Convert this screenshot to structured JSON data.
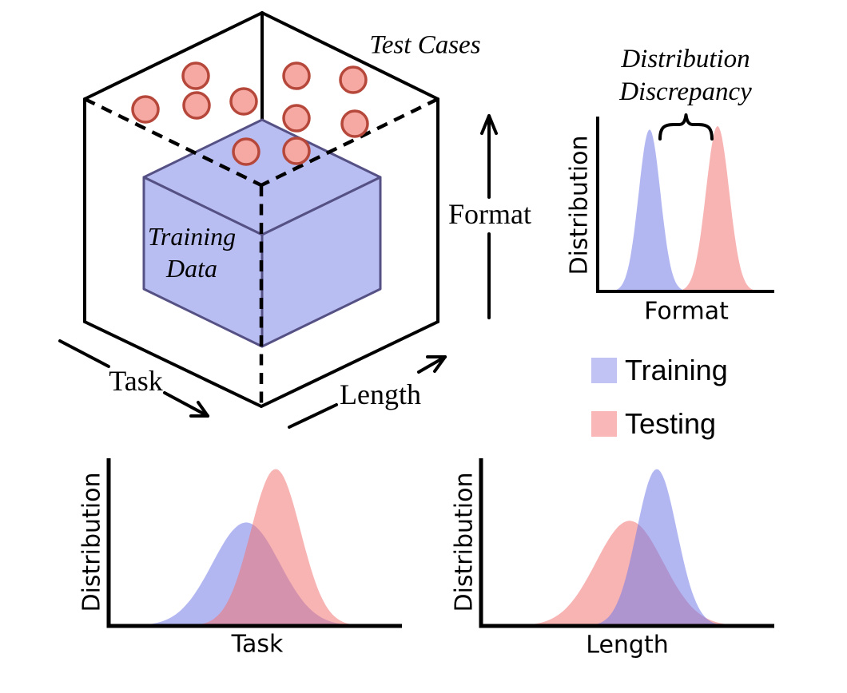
{
  "figure": {
    "description_visible_text_only": "Generalization cube diagram with distribution plots"
  },
  "colors": {
    "background": "#ffffff",
    "cube_fill": "#b9bef2",
    "cube_stroke": "#555184",
    "dot_fill": "#f6a9a2",
    "dot_stroke": "#b6473b",
    "training_fill": "rgba(114,124,232,0.55)",
    "testing_fill": "rgba(242,116,116,0.55)",
    "legend_training": "#c0c3f4",
    "legend_testing": "#f9b7b7",
    "line": "#000000"
  },
  "cube": {
    "labels": {
      "test_cases": "Test Cases",
      "training_line1": "Training",
      "training_line2": "Data",
      "format": "Format",
      "task": "Task",
      "length": "Length"
    },
    "test_case_dots": [
      [
        245,
        95
      ],
      [
        182,
        137
      ],
      [
        246,
        132
      ],
      [
        305,
        127
      ],
      [
        371,
        95
      ],
      [
        442,
        100
      ],
      [
        371,
        148
      ],
      [
        444,
        155
      ],
      [
        308,
        190
      ],
      [
        371,
        189
      ]
    ]
  },
  "annotation": {
    "line1": "Distribution",
    "line2": "Discrepancy"
  },
  "legend": {
    "items": [
      {
        "label": "Training",
        "color": "#c0c3f4"
      },
      {
        "label": "Testing",
        "color": "#f9b7b7"
      }
    ]
  },
  "chart_data": [
    {
      "id": "format",
      "type": "area",
      "title": "Distribution Discrepancy",
      "xlabel": "Format",
      "ylabel": "Distribution",
      "annotation": "Distribution Discrepancy (brace between the two separated peaks)",
      "xlim": [
        0,
        1
      ],
      "ylim": [
        0,
        1
      ],
      "series": [
        {
          "name": "Training",
          "center": 0.295,
          "sigma": 0.062,
          "peak": 0.93,
          "fill": "rgba(114,124,232,0.55)"
        },
        {
          "name": "Testing",
          "center": 0.682,
          "sigma": 0.066,
          "peak": 0.95,
          "fill": "rgba(242,116,116,0.55)"
        }
      ]
    },
    {
      "id": "task",
      "type": "area",
      "title": "",
      "xlabel": "Task",
      "ylabel": "Distribution",
      "xlim": [
        0,
        1
      ],
      "ylim": [
        0,
        1
      ],
      "series": [
        {
          "name": "Training",
          "center": 0.47,
          "sigma": 0.115,
          "peak": 0.62,
          "fill": "rgba(114,124,232,0.55)"
        },
        {
          "name": "Testing",
          "center": 0.571,
          "sigma": 0.085,
          "peak": 0.94,
          "fill": "rgba(242,116,116,0.55)"
        }
      ]
    },
    {
      "id": "length",
      "type": "area",
      "title": "",
      "xlabel": "Length",
      "ylabel": "Distribution",
      "xlim": [
        0,
        1
      ],
      "ylim": [
        0,
        1
      ],
      "series": [
        {
          "name": "Testing",
          "center": 0.508,
          "sigma": 0.115,
          "peak": 0.63,
          "fill": "rgba(242,116,116,0.55)"
        },
        {
          "name": "Training",
          "center": 0.601,
          "sigma": 0.069,
          "peak": 0.94,
          "fill": "rgba(114,124,232,0.55)"
        }
      ]
    }
  ]
}
